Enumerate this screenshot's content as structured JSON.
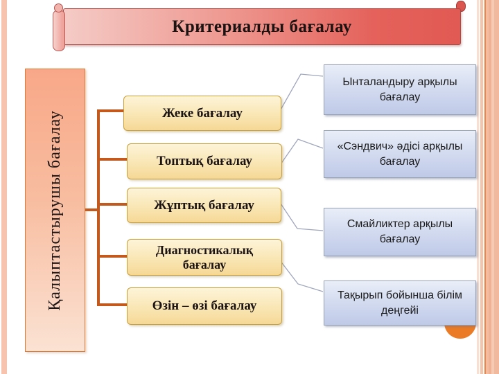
{
  "title": "Критериалды бағалау",
  "left_category": "Қалыптастырушы бағалау",
  "assessment_types": [
    "Жеке бағалау",
    "Топтық бағалау",
    "Жұптық бағалау",
    "Диагностикалық\nбағалау",
    "Өзін – өзі бағалау"
  ],
  "assessment_methods": [
    "Ынталандыру арқылы\nбағалау",
    "«Сэндвич» әдісі арқылы\nбағалау",
    "Смайликтер арқылы\nбағалау",
    "Тақырып бойынша білім\nдеңгейі"
  ],
  "colors": {
    "banner_gradient_start": "#F5CBC6",
    "banner_gradient_end": "#E15A53",
    "banner_border": "#AE4843",
    "type_box_fill_top": "#FDF4D8",
    "type_box_fill_bottom": "#F6D896",
    "type_box_border": "#C89F3B",
    "method_box_fill_top": "#E9EEF8",
    "method_box_fill_bottom": "#BFCAE8",
    "method_box_border": "#98A2B3",
    "category_box_border": "#DE7B37",
    "bracket_line": "#C4591D",
    "connector_line": "#9FA6BC",
    "accent_circle": "#EC7B25",
    "edge_stripe": "#F1B99E"
  }
}
